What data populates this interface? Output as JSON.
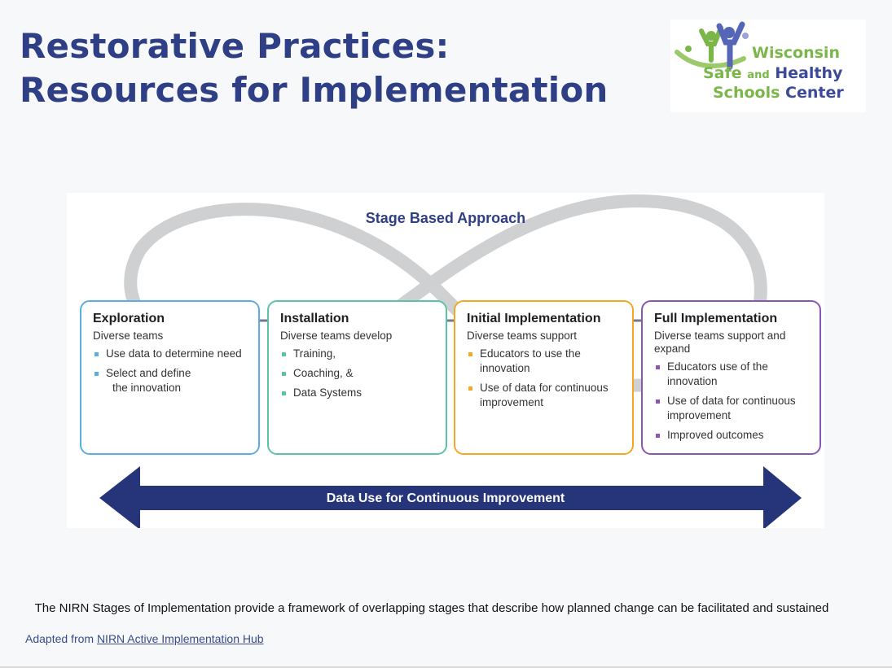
{
  "slide": {
    "title_line1": "Restorative Practices:",
    "title_line2": "Resources for  Implementation"
  },
  "logo": {
    "line1": "Wisconsin",
    "line2_a": "Safe",
    "line2_b": "and",
    "line2_c": "Healthy",
    "line3_a": "Schools",
    "line3_b": "Center"
  },
  "diagram": {
    "title": "Stage Based Approach",
    "stages": [
      {
        "title": "Exploration",
        "subtitle": "Diverse teams",
        "bullets": [
          "Use data to determine need",
          "Select and define",
          "the innovation"
        ],
        "color": "#5aaee0"
      },
      {
        "title": "Installation",
        "subtitle": "Diverse teams develop",
        "bullets": [
          "Training,",
          "Coaching, &",
          "Data Systems"
        ],
        "color": "#5bc4a8"
      },
      {
        "title": "Initial Implementation",
        "subtitle": "Diverse teams support",
        "bullets": [
          "Educators to use the innovation",
          "Use of data for continuous improvement"
        ],
        "color": "#f5a623"
      },
      {
        "title": "Full Implementation",
        "subtitle": "Diverse teams support and expand",
        "bullets": [
          "Educators use of the innovation",
          "Use of data for continuous improvement",
          "Improved outcomes"
        ],
        "color": "#8a55b4"
      }
    ],
    "arrow_label": "Data Use for Continuous Improvement",
    "arrow_color": "#26357a"
  },
  "footer": {
    "caption": "The NIRN Stages of Implementation provide a framework of overlapping stages that describe how planned change can be facilitated and sustained",
    "adapted_prefix": "Adapted from ",
    "adapted_link": "NIRN Active Implementation Hub"
  },
  "colors": {
    "title": "#2f3f86",
    "logo_green": "#7ab648",
    "logo_blue": "#3c4a9a"
  }
}
